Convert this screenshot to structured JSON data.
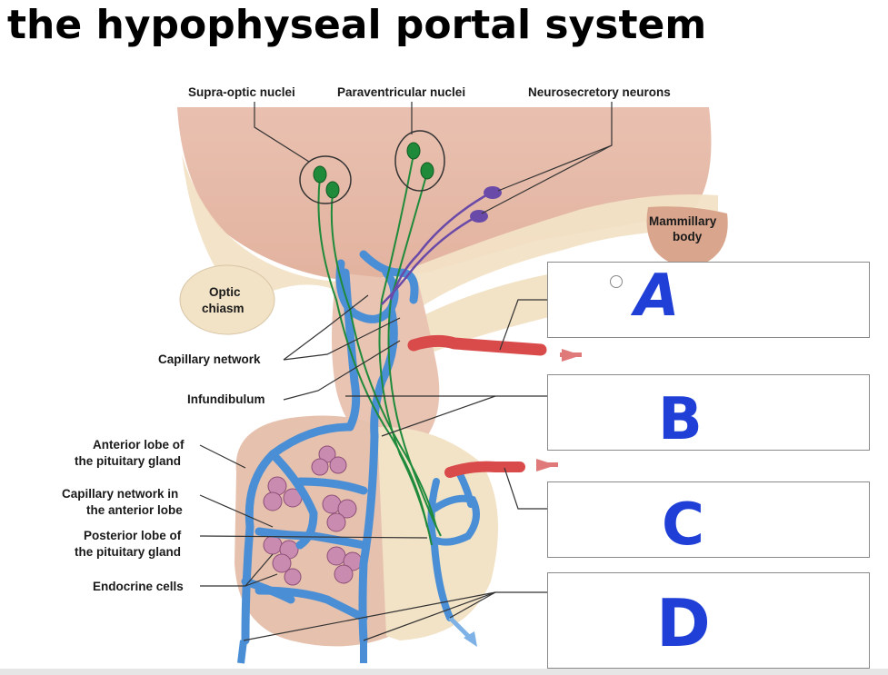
{
  "title": "the hypophyseal portal system",
  "labels": {
    "supra_optic": "Supra-optic nuclei",
    "paraventricular": "Paraventricular nuclei",
    "neurosecretory": "Neurosecretory neurons",
    "mammillary_1": "Mammillary",
    "mammillary_2": "body",
    "optic_1": "Optic",
    "optic_2": "chiasm",
    "capillary_network": "Capillary network",
    "infundibulum": "Infundibulum",
    "anterior_1": "Anterior lobe of",
    "anterior_2": "the pituitary gland",
    "cap_anterior_1": "Capillary network in",
    "cap_anterior_2": "the anterior lobe",
    "posterior_1": "Posterior lobe of",
    "posterior_2": "the pituitary gland",
    "endocrine": "Endocrine cells"
  },
  "answer_boxes": [
    "A",
    "B",
    "C",
    "D"
  ],
  "colors": {
    "tissue": "#e8c3b4",
    "tissue_dark": "#d6a690",
    "bone": "#f3e6cf",
    "vessel_blue": "#4a8fd6",
    "vessel_red": "#d94b4b",
    "neuron_green": "#1f8a3a",
    "neuron_purple": "#6a4aa8",
    "handwriting_blue": "#1f3fd6"
  }
}
